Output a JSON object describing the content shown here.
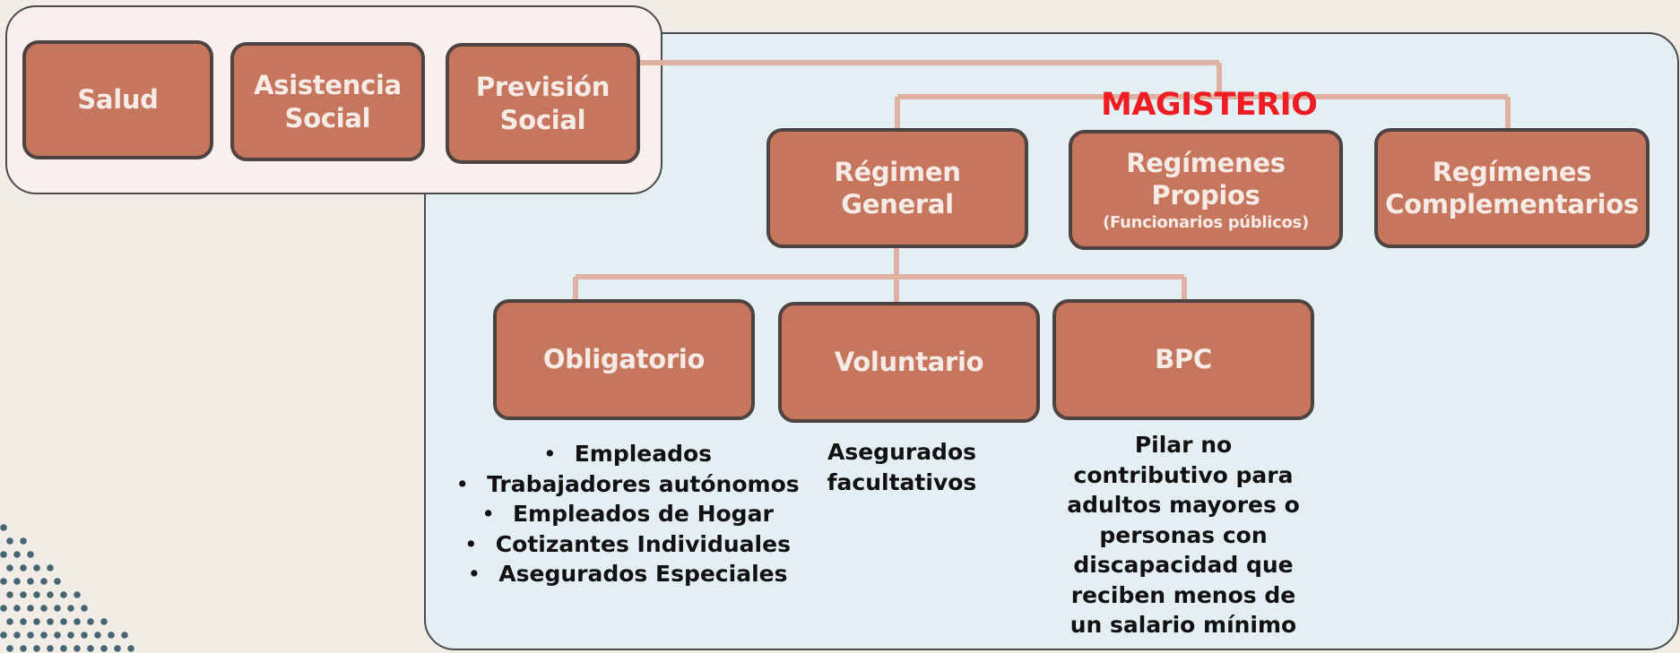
{
  "colors": {
    "box_fill": "#c6765c",
    "box_border": "#4d4341",
    "box_text": "#f6ebe6",
    "connector": "#dfb1a1",
    "title": "#ee1d24",
    "panel_main": "#e4eff3",
    "panel_top": "#f9f0ee",
    "dots": "#466471"
  },
  "title": "MAGISTERIO",
  "top_boxes": {
    "salud": {
      "lines": [
        "Salud"
      ]
    },
    "asistencia": {
      "lines": [
        "Asistencia",
        "Social"
      ]
    },
    "prevision": {
      "lines": [
        "Previsión",
        "Social"
      ]
    }
  },
  "regimes": {
    "general": {
      "lines": [
        "Régimen",
        "General"
      ]
    },
    "propios": {
      "lines": [
        "Regímenes",
        "Propios"
      ],
      "note": "(Funcionarios públicos)"
    },
    "complementarios": {
      "lines": [
        "Regímenes",
        "Complementarios"
      ]
    }
  },
  "sub_boxes": {
    "obligatorio": {
      "label": "Obligatorio"
    },
    "voluntario": {
      "label": "Voluntario"
    },
    "bpc": {
      "label": "BPC"
    }
  },
  "obligatorio_list": [
    "Empleados",
    "Trabajadores autónomos",
    "Empleados de Hogar",
    "Cotizantes Individuales",
    "Asegurados Especiales"
  ],
  "voluntario_note": [
    "Asegurados",
    "facultativos"
  ],
  "bpc_note": [
    "Pilar no",
    "contributivo para",
    "adultos mayores o",
    "personas con",
    "discapacidad que",
    "reciben menos de",
    "un salario mínimo"
  ]
}
